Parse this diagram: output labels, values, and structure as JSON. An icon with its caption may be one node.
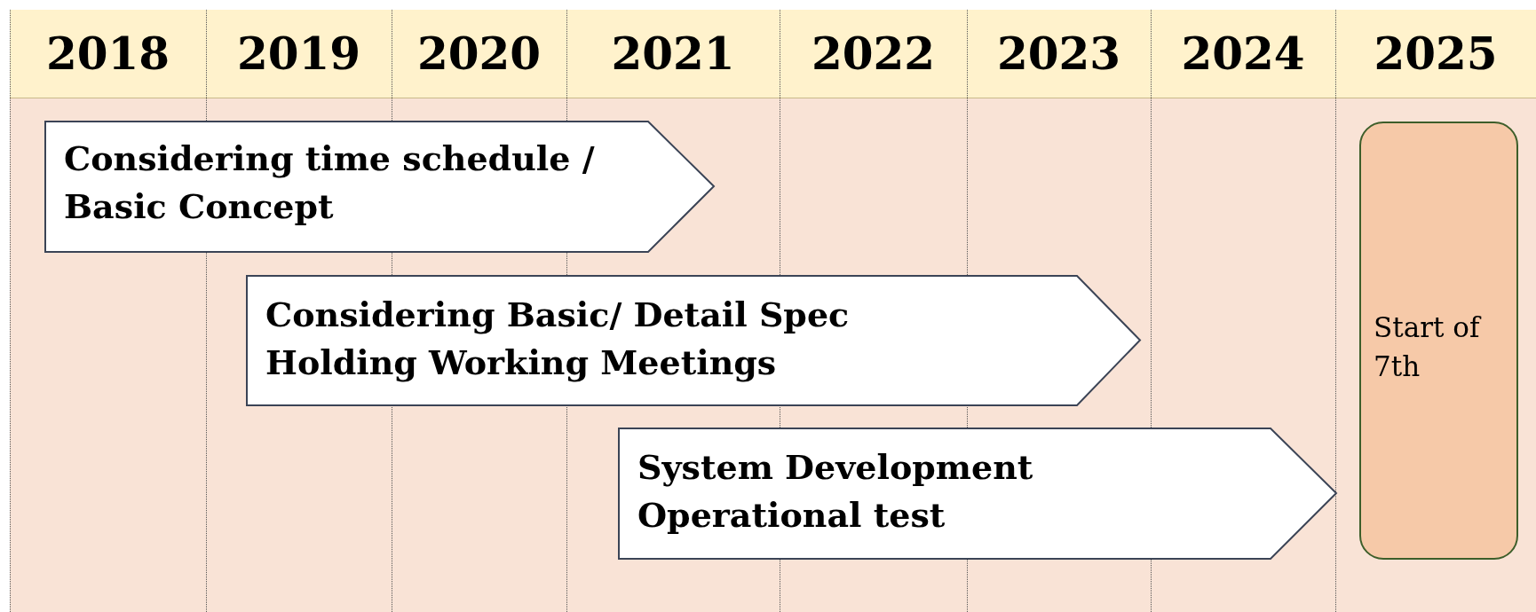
{
  "diagram": {
    "nodes": [
      {
        "text": [
          "Considering time schedule / Basic Concept"
        ]
      },
      {
        "text": [
          "Considering Basic/ Detail Spec",
          "Holding Working Meetings"
        ]
      },
      {
        "text": [
          "System Development",
          "Operational test"
        ]
      },
      {
        "text": [
          "Start of 7th"
        ]
      }
    ],
    "labels": [
      "2018",
      "2019",
      "2020",
      "2021",
      "2022",
      "2023",
      "2024",
      "2025"
    ]
  }
}
